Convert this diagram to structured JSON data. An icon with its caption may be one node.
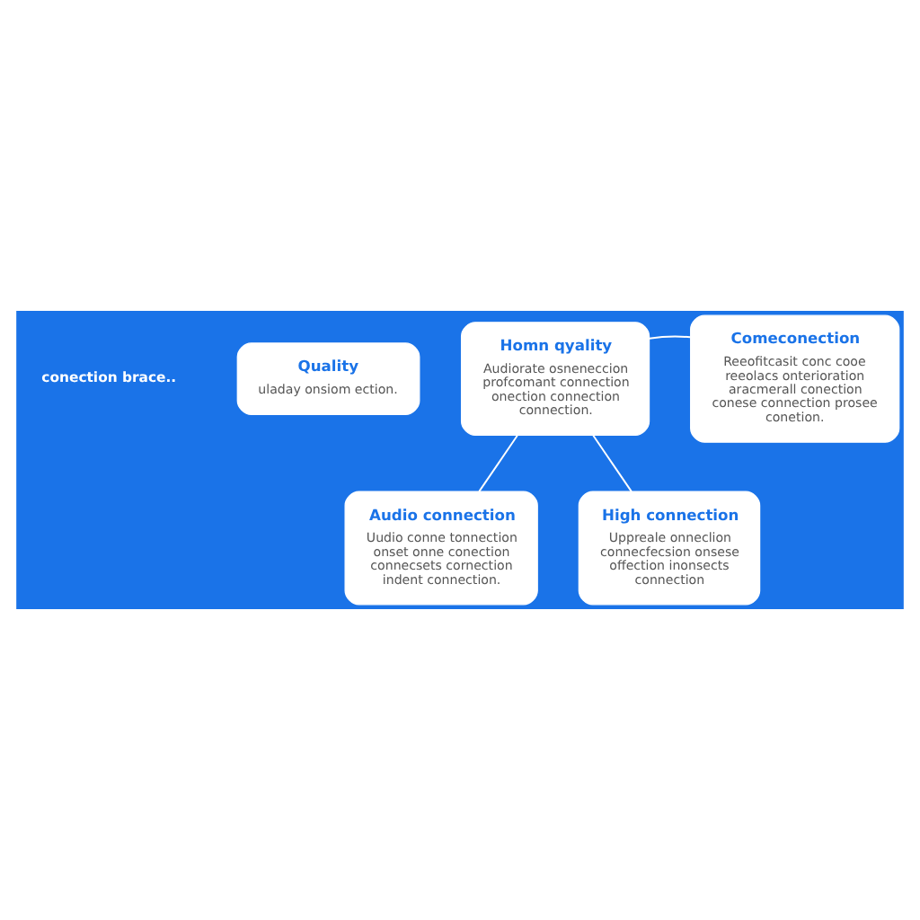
{
  "diagram": {
    "nodes": [
      {
        "text": [
          "Audio connection",
          "Uudio conne tonnection onset onne conection connecsets cornection indent connection."
        ]
      },
      {
        "text": [
          "High connection",
          "Uppreale onneclion connecfecsion onsese offection inonsects connection"
        ]
      },
      {
        "text": [
          "Quality",
          "uladay onsiom ection."
        ]
      },
      {
        "text": [
          "Homn qyality",
          "Audiorate osneneccion profcomant connection onection connection connection."
        ]
      },
      {
        "text": [
          "Comeconection",
          "Reeofitcasit conc cooe reeolacs onterioration aracmerall conection conese connection prosee conetion."
        ]
      },
      {
        "text": [
          "conection brace.."
        ]
      }
    ],
    "edges": [
      {
        "from": 3,
        "to": 0,
        "arrow": "none"
      },
      {
        "from": 3,
        "to": 1,
        "arrow": "none"
      },
      {
        "from": 3,
        "to": 4,
        "arrow": "none"
      }
    ]
  }
}
